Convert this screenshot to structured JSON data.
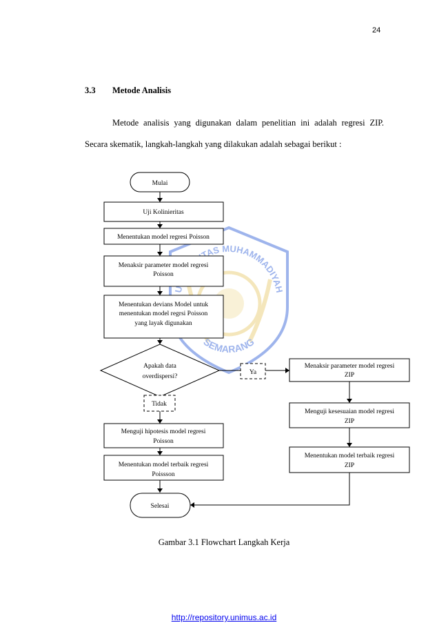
{
  "page_number": "24",
  "section": {
    "number": "3.3",
    "title": "Metode Analisis"
  },
  "paragraph": {
    "line1": "Metode analisis yang digunakan dalam penelitian ini adalah regresi ZIP.",
    "line2": "Secara skematik, langkah-langkah yang dilakukan adalah sebagai berikut :"
  },
  "flowchart": {
    "start": "Mulai",
    "step1": "Uji Kolinieritas",
    "step2": "Menentukan model regresi Poisson",
    "step3": {
      "line1": "Menaksir parameter model regresi",
      "line2": "Poisson"
    },
    "step4": {
      "line1": "Menentukan devians Model untuk",
      "line2": "menentukan model regrsi Poisson",
      "line3": "yang layak digunakan"
    },
    "decision": {
      "line1": "Apakah data",
      "line2": "overdispersi?"
    },
    "yes_label": "Ya",
    "no_label": "Tidak",
    "left_step1": {
      "line1": "Menguji hipotesis model regresi",
      "line2": "Poisson"
    },
    "left_step2": {
      "line1": "Menentukan model terbaik regresi",
      "line2": "Poissson"
    },
    "right_step1": {
      "line1": "Menaksir parameter model regresi",
      "line2": "ZIP"
    },
    "right_step2": {
      "line1": "Menguji kesesuaian model regresi",
      "line2": "ZIP"
    },
    "right_step3": {
      "line1": "Menentukan model terbaik regresi",
      "line2": "ZIP"
    },
    "end": "Selesai"
  },
  "watermark": {
    "text_top": "UNIVERSITAS MUHAMMADIYAH",
    "text_bottom": "SEMARANG",
    "color": "#e8c96a",
    "accent": "#2a5bd7"
  },
  "caption": "Gambar 3.1 Flowchart Langkah Kerja",
  "footer_link": "http://repository.unimus.ac.id"
}
